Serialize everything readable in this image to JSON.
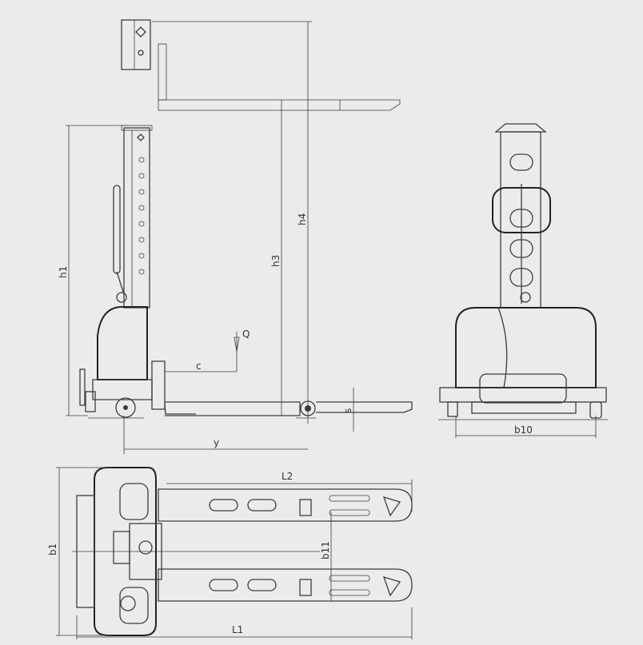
{
  "title": "Electric pallet stacker dimension drawing",
  "views": {
    "side": {
      "labels": {
        "h4": "h4",
        "h3": "h3",
        "h1": "h1",
        "load": "Q",
        "load_center": "c",
        "fork_thickness": "s",
        "wheelbase": "y"
      }
    },
    "front": {
      "labels": {
        "width": "b10"
      }
    },
    "top": {
      "labels": {
        "fork_length": "L2",
        "fork_spread": "b11",
        "overall_width": "b1",
        "overall_length": "L1"
      }
    }
  },
  "colors": {
    "background": "#ebebeb",
    "line": "#3c3c3c"
  }
}
